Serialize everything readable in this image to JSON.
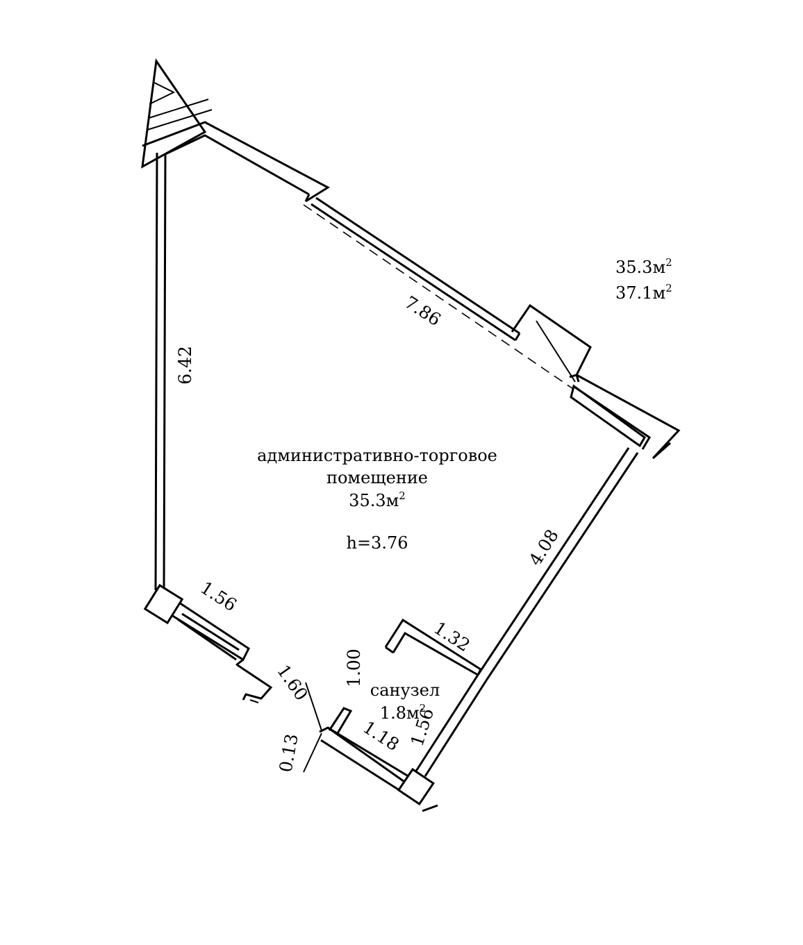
{
  "summary": {
    "total_area_main": "35.3м",
    "total_area_full": "37.1м",
    "sup": "2"
  },
  "rooms": {
    "main": {
      "name_line1": "административно-торговое",
      "name_line2": "помещение",
      "area": "35.3м",
      "area_sup": "2",
      "height": "h=3.76"
    },
    "bathroom": {
      "name": "санузел",
      "area": "1.8м",
      "area_sup": "2"
    }
  },
  "dimensions": {
    "top_wall": "7.86",
    "left_wall": "6.42",
    "right_wall": "4.08",
    "bottom_left_window": "1.56",
    "entrance_width": "1.60",
    "bath_wall_top": "1.32",
    "bath_wall_left": "1.00",
    "bath_wall_bottom": "1.18",
    "bath_wall_right": "1.56",
    "small_offset": "0.13"
  }
}
